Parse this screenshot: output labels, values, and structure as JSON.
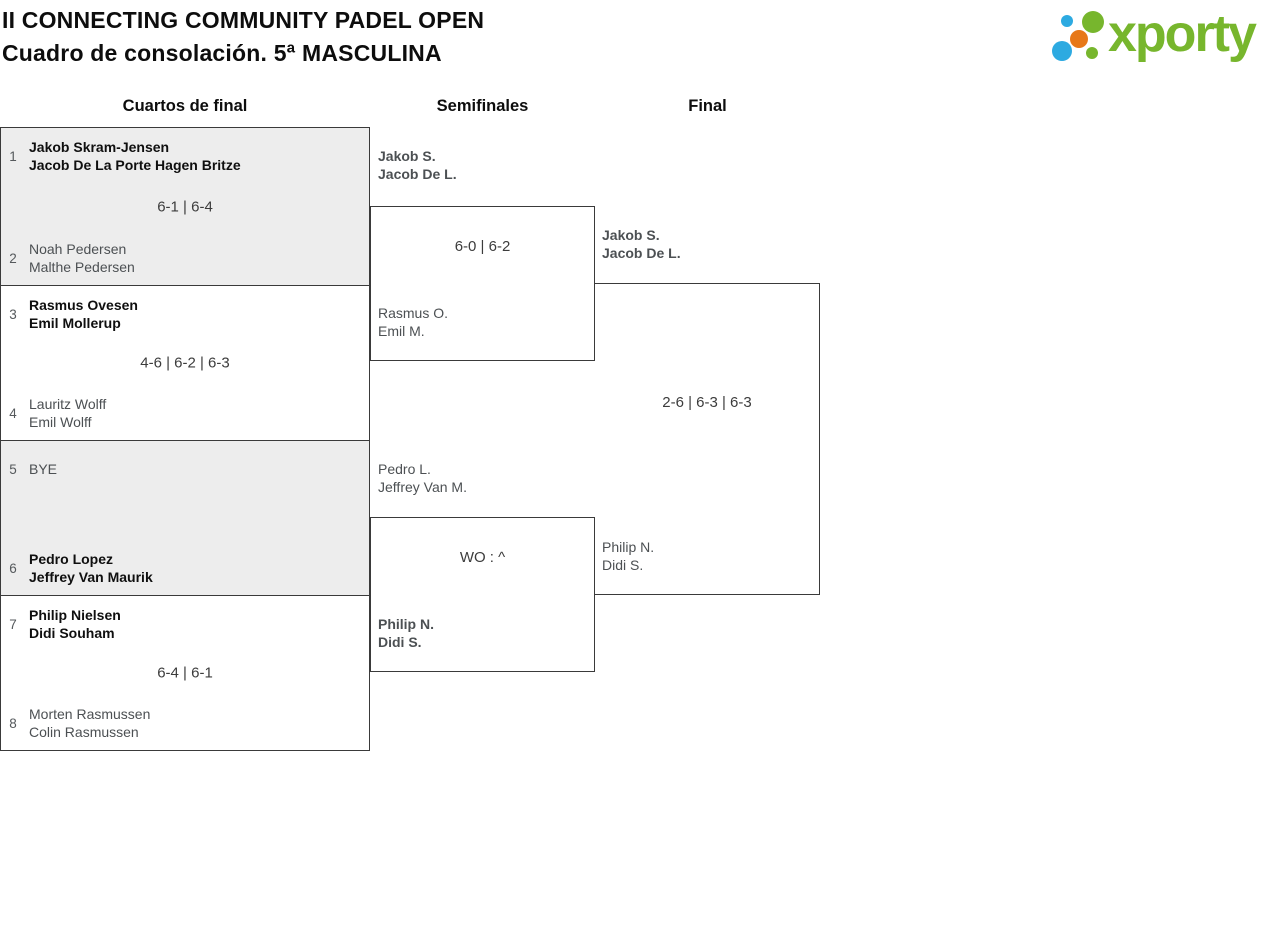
{
  "header": {
    "title_line1": "II CONNECTING COMMUNITY PADEL OPEN",
    "title_line2": "Cuadro de consolación. 5ª MASCULINA",
    "logo_text": "xporty"
  },
  "colors": {
    "logo_green": "#77b62d",
    "logo_blue": "#2daae1",
    "logo_orange": "#e77817",
    "match_alt_bg": "#ededed",
    "border": "#3a3a3a",
    "winner_text": "#0f0f0f",
    "team_text": "#4c5053"
  },
  "rounds": {
    "quarterfinals_label": "Cuartos de final",
    "semifinals_label": "Semifinales",
    "final_label": "Final"
  },
  "bracket": {
    "qf": [
      {
        "seed1": "1",
        "team1_line1": "Jakob Skram-Jensen",
        "team1_line2": "Jacob De La Porte Hagen Britze",
        "team1_winner": true,
        "score": "6-1 | 6-4",
        "seed2": "2",
        "team2_line1": "Noah Pedersen",
        "team2_line2": "Malthe Pedersen",
        "team2_winner": false
      },
      {
        "seed1": "3",
        "team1_line1": "Rasmus Ovesen",
        "team1_line2": "Emil Mollerup",
        "team1_winner": true,
        "score": "4-6 | 6-2 | 6-3",
        "seed2": "4",
        "team2_line1": "Lauritz Wolff",
        "team2_line2": "Emil Wolff",
        "team2_winner": false
      },
      {
        "seed1": "5",
        "team1_line1": "BYE",
        "team1_line2": "",
        "team1_winner": false,
        "score": "",
        "seed2": "6",
        "team2_line1": "Pedro Lopez",
        "team2_line2": "Jeffrey Van Maurik",
        "team2_winner": true
      },
      {
        "seed1": "7",
        "team1_line1": "Philip Nielsen",
        "team1_line2": "Didi Souham",
        "team1_winner": true,
        "score": "6-4 | 6-1",
        "seed2": "8",
        "team2_line1": "Morten Rasmussen",
        "team2_line2": "Colin Rasmussen",
        "team2_winner": false
      }
    ],
    "sf": [
      {
        "team1_line1": "Jakob S.",
        "team1_line2": "Jacob De L.",
        "team1_winner": true,
        "score": "6-0 | 6-2",
        "team2_line1": "Rasmus O.",
        "team2_line2": "Emil M.",
        "team2_winner": false
      },
      {
        "team1_line1": "Pedro L.",
        "team1_line2": "Jeffrey Van M.",
        "team1_winner": false,
        "score": "WO : ^",
        "team2_line1": "Philip N.",
        "team2_line2": "Didi S.",
        "team2_winner": true
      }
    ],
    "final": {
      "team1_line1": "Jakob S.",
      "team1_line2": "Jacob De L.",
      "team1_winner": true,
      "score": "2-6 | 6-3 | 6-3",
      "team2_line1": "Philip N.",
      "team2_line2": "Didi S.",
      "team2_winner": false
    }
  }
}
